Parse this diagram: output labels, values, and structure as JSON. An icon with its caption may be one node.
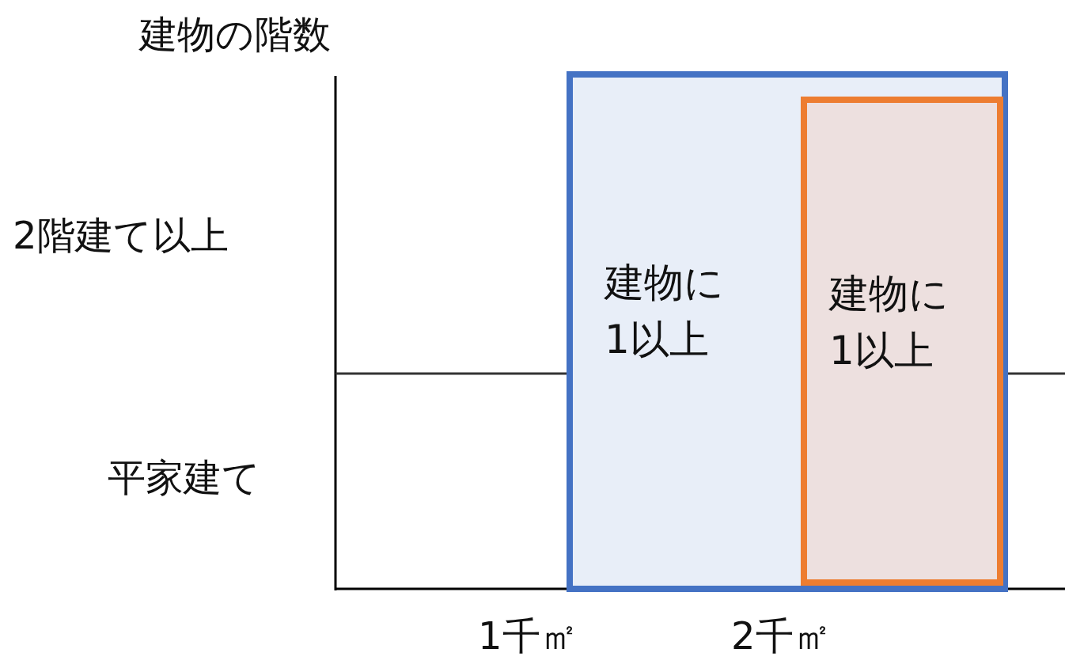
{
  "diagram": {
    "nodes": [
      {
        "text": [
          "建物に1以上"
        ]
      },
      {
        "text": [
          "建物に1以上"
        ],
        "in": 0
      }
    ],
    "labels": [
      "建物の階数",
      "2階建て以上",
      "平家建て",
      "1千㎡",
      "2千㎡"
    ]
  }
}
